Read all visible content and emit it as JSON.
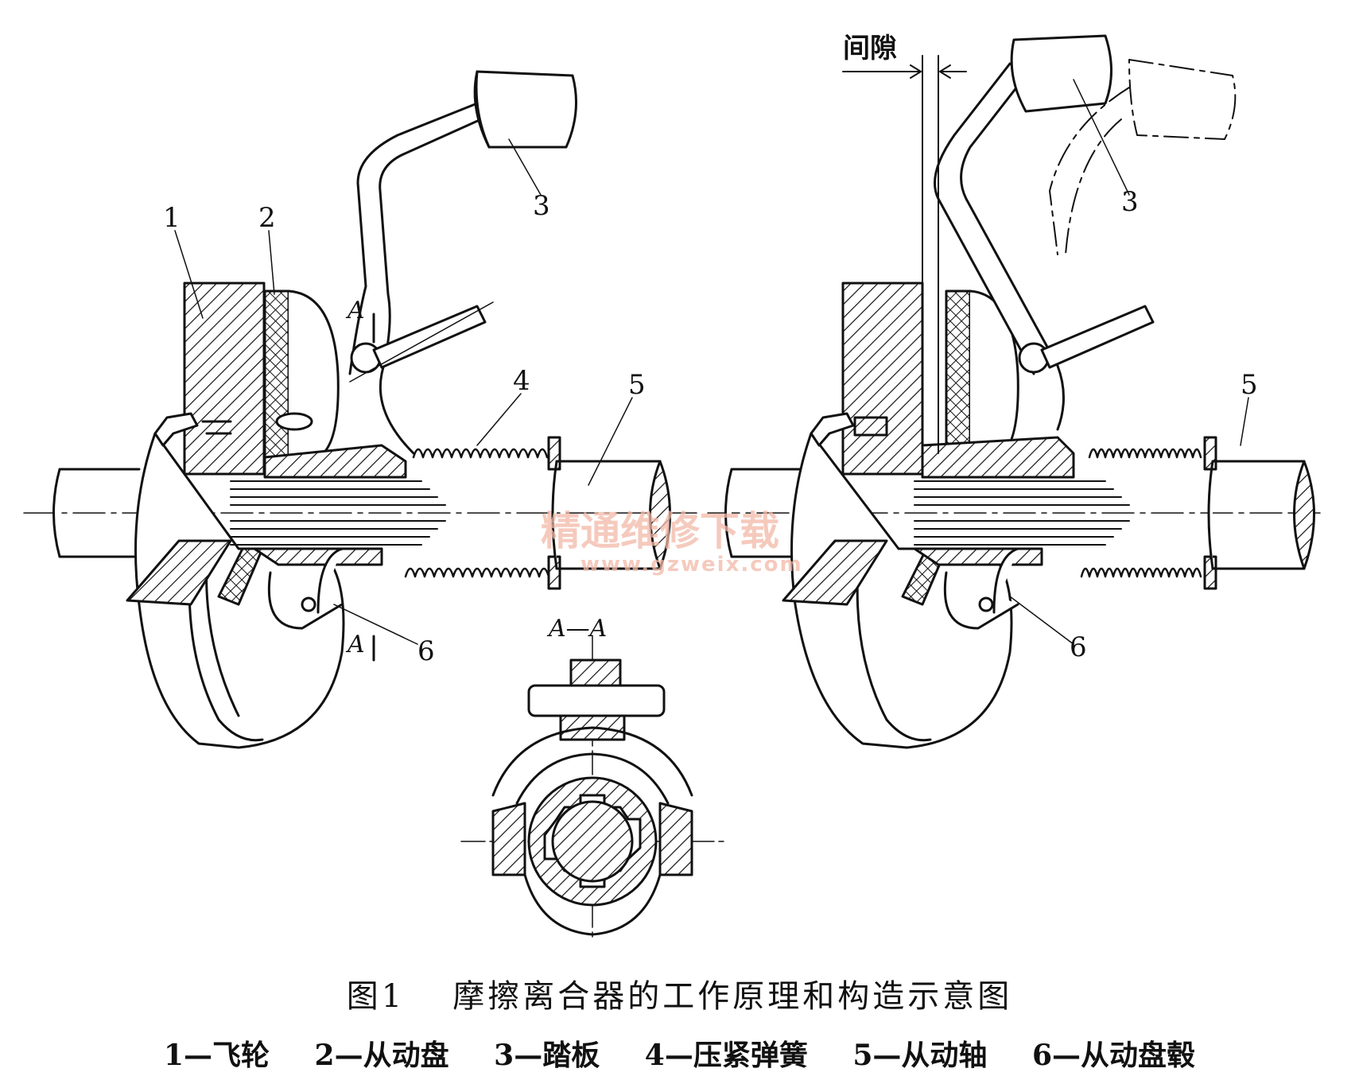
{
  "labels": {
    "left": {
      "n1": "1",
      "n2": "2",
      "n3": "3",
      "n4": "4",
      "n5": "5",
      "n6": "6",
      "section_top": "A",
      "section_bottom": "A"
    },
    "right": {
      "n3": "3",
      "n5": "5",
      "n6": "6",
      "gap": "间隙"
    },
    "section_view": "A—A"
  },
  "watermark": {
    "text": "精通维修下载",
    "url": "www.gzweix.com"
  },
  "caption": {
    "number": "图1",
    "title": "摩擦离合器的工作原理和构造示意图"
  },
  "legend": [
    {
      "text": "1—飞轮"
    },
    {
      "text": "2—从动盘"
    },
    {
      "text": "3—踏板"
    },
    {
      "text": "4—压紧弹簧"
    },
    {
      "text": "5—从动轴"
    },
    {
      "text": "6—从动盘毂"
    }
  ]
}
